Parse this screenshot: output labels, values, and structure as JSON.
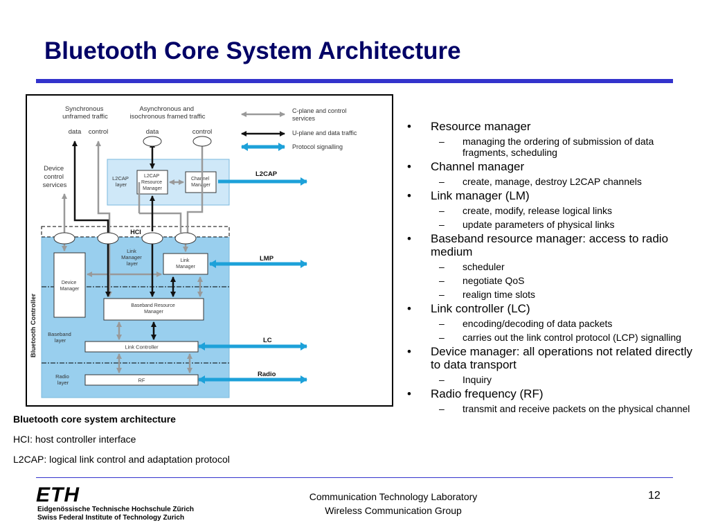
{
  "title": "Bluetooth Core System Architecture",
  "diagram": {
    "col_sync": [
      "Synchronous",
      "unframed traffic"
    ],
    "col_async": [
      "Asynchronous and",
      "isochronous framed traffic"
    ],
    "port_data": "data",
    "port_control": "control",
    "legend": {
      "cplane": [
        "C-plane and control",
        "services"
      ],
      "uplane": "U-plane and data traffic",
      "protocol": "Protocol signalling"
    },
    "device_control": [
      "Device",
      "control",
      "services"
    ],
    "l2cap_layer": [
      "L2CAP",
      "layer"
    ],
    "l2cap_rm": [
      "L2CAP",
      "Resource",
      "Manager"
    ],
    "channel_mgr": [
      "Channel",
      "Manager"
    ],
    "l2cap_tag": "L2CAP",
    "hci": "HCI",
    "lm_layer": [
      "Link",
      "Manager",
      "layer"
    ],
    "link_mgr": [
      "Link",
      "Manager"
    ],
    "lmp_tag": "LMP",
    "device_mgr": [
      "Device",
      "Manager"
    ],
    "baseband_rm": [
      "Baseband Resource",
      "Manager"
    ],
    "baseband_layer": [
      "Baseband",
      "layer"
    ],
    "link_controller": "Link Controller",
    "lc_tag": "LC",
    "radio_layer": [
      "Radio",
      "layer"
    ],
    "rf": "RF",
    "radio_tag": "Radio",
    "bt_controller": "Bluetooth Controller",
    "colors": {
      "accent": "#1da1d9",
      "light_blue": "#cfe8f8",
      "mid_blue": "#99cfee",
      "gray_arrow": "#999999"
    }
  },
  "captions": [
    "Bluetooth core system architecture",
    "HCI: host controller interface",
    "L2CAP: logical link control and adaptation protocol"
  ],
  "bullets": [
    {
      "text": "Resource manager",
      "subs": [
        "managing the ordering of submission of data fragments, scheduling"
      ]
    },
    {
      "text": "Channel manager",
      "subs": [
        "create, manage, destroy L2CAP channels"
      ]
    },
    {
      "text": "Link manager (LM)",
      "subs": [
        "create, modify, release logical links",
        "update parameters of physical links"
      ]
    },
    {
      "text": "Baseband resource manager: access to radio medium",
      "subs": [
        "scheduler",
        "negotiate QoS",
        "realign time slots"
      ]
    },
    {
      "text": "Link controller (LC)",
      "subs": [
        "encoding/decoding of data packets",
        "carries out the link control protocol (LCP) signalling"
      ]
    },
    {
      "text": "Device manager: all operations not related directly to data transport",
      "subs": [
        "Inquiry"
      ]
    },
    {
      "text": "Radio frequency (RF)",
      "subs": [
        "transmit and receive packets on the physical channel"
      ]
    }
  ],
  "footer": {
    "logo": "ETH",
    "logo_line1": "Eidgenössische Technische Hochschule Zürich",
    "logo_line2": "Swiss Federal Institute of Technology Zurich",
    "lab": "Communication Technology Laboratory",
    "group": "Wireless Communication Group",
    "page": "12"
  }
}
